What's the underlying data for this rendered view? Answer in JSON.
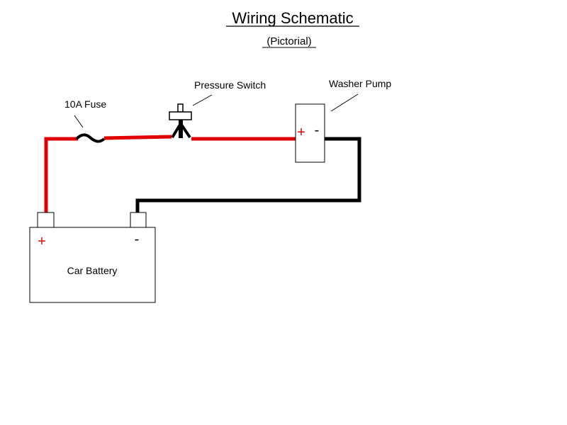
{
  "title": "Wiring Schematic",
  "subtitle": "(Pictorial)",
  "labels": {
    "fuse": "10A Fuse",
    "pressure_switch": "Pressure Switch",
    "washer_pump": "Washer Pump",
    "car_battery": "Car Battery"
  },
  "pump_terminals": {
    "positive": "+",
    "negative": "-"
  },
  "battery_terminals": {
    "positive": "+",
    "negative": "-"
  },
  "colors": {
    "positive_wire": "#e00000",
    "negative_wire": "#000000",
    "positive_sign": "#e00000",
    "outline": "#000000"
  }
}
